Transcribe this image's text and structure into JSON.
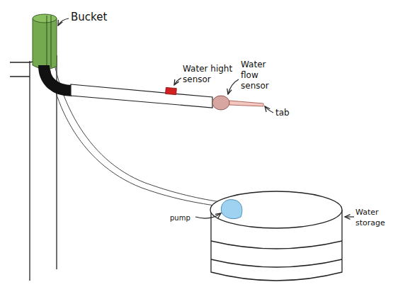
{
  "diagram": {
    "labels": [
      "Bucket",
      "Water hight sensor",
      "Water flow sensor",
      "tab",
      "pump",
      "Water storage"
    ]
  }
}
